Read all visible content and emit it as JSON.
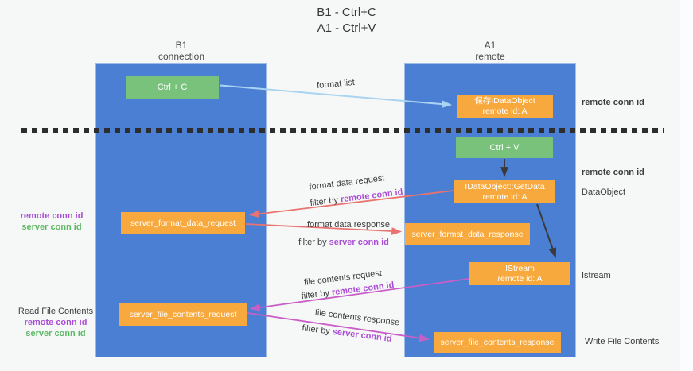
{
  "title": {
    "line1": "B1 - Ctrl+C",
    "line2": "A1 - Ctrl+V"
  },
  "lifelines": {
    "left": {
      "name": "B1",
      "role": "connection"
    },
    "right": {
      "name": "A1",
      "role": "remote"
    }
  },
  "nodes": {
    "ctrl_c": "Ctrl + C",
    "ctrl_v": "Ctrl + V",
    "save_dataobject": {
      "line1": "保存IDataObject",
      "line2": "remote id: A"
    },
    "getdata": {
      "line1": "IDataObject::GetData",
      "line2": "remote id: A"
    },
    "istream": {
      "line1": "IStream",
      "line2": "remote id: A"
    },
    "format_request": "server_format_data_request",
    "format_response": "server_format_data_response",
    "file_request": "server_file_contents_request",
    "file_response": "server_file_contents_response"
  },
  "edges": {
    "format_list": "format list",
    "format_data_request": "format data request",
    "format_data_response": "format data response",
    "file_contents_request": "file contents request",
    "file_contents_response": "file contents response",
    "filter_by": "filter by",
    "remote_conn_id": "remote conn id",
    "server_conn_id": "server conn id"
  },
  "annotations": {
    "clipboard_conn": "remote conn id",
    "dataobject_conn": "remote conn id",
    "dataobject": "DataObject",
    "istream": "Istream",
    "write_file": "Write File Contents",
    "read_file": "Read File Contents",
    "format_remote": "remote conn id",
    "format_server": "server conn id",
    "file_remote": "remote conn id",
    "file_server": "server conn id"
  },
  "colors": {
    "column_blue": "#4a7fd4",
    "column_border": "#9fbce8",
    "node_orange": "#f8a93d",
    "node_green": "#79c27b",
    "arrow_lightblue": "#a9d4f1",
    "arrow_red": "#e97370",
    "arrow_magenta": "#c95fc6",
    "arrow_black": "#3a3a3a",
    "text_purple": "#ab4ed6",
    "text_green": "#5cb964",
    "text_dark": "#3c3c3c"
  }
}
